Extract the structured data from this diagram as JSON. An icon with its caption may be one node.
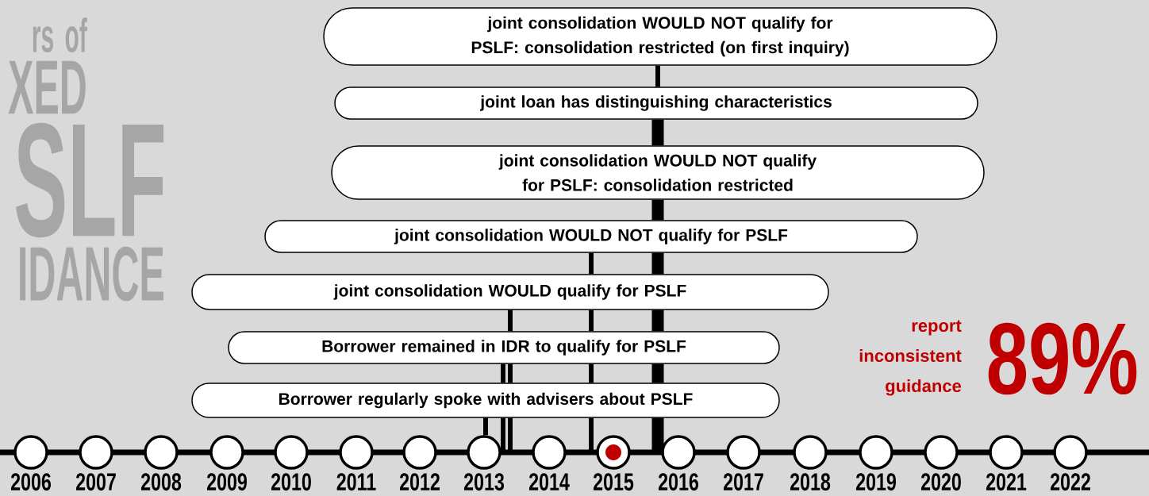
{
  "diagram": {
    "nodes": [
      {
        "text": [
          "joint consolidation WOULD NOT qualify for PSLF: consolidation restricted (on first inquiry)"
        ]
      },
      {
        "text": [
          "joint loan has distinguishing characteristics"
        ]
      },
      {
        "text": [
          "joint consolidation WOULD NOT qualify for PSLF: consolidation restricted"
        ]
      },
      {
        "text": [
          "joint consolidation WOULD NOT qualify for PSLF"
        ]
      },
      {
        "text": [
          "joint consolidation WOULD qualify for PSLF"
        ]
      },
      {
        "text": [
          "Borrower remained in IDR to qualify for PSLF"
        ]
      },
      {
        "text": [
          "Borrower regularly spoke with advisers about PSLF"
        ]
      },
      {
        "text": [],
        "shape": "bar"
      },
      {
        "text": [],
        "shape": "circle",
        "beside": [
          "2006"
        ]
      },
      {
        "text": [],
        "shape": "circle",
        "beside": [
          "2007"
        ]
      },
      {
        "text": [],
        "shape": "circle",
        "beside": [
          "2008"
        ]
      },
      {
        "text": [],
        "shape": "circle",
        "beside": [
          "2009"
        ]
      },
      {
        "text": [],
        "shape": "circle",
        "beside": [
          "2010"
        ]
      },
      {
        "text": [],
        "shape": "circle",
        "beside": [
          "2011"
        ]
      },
      {
        "text": [],
        "shape": "circle",
        "beside": [
          "2012"
        ]
      },
      {
        "text": [],
        "shape": "circle",
        "beside": [
          "2013"
        ]
      },
      {
        "text": [],
        "shape": "circle",
        "beside": [
          "2014"
        ]
      },
      {
        "text": [],
        "shape": "circle",
        "beside": [
          "2015"
        ]
      },
      {
        "text": [],
        "shape": "circle",
        "beside": [
          "2016"
        ]
      },
      {
        "text": [],
        "shape": "circle",
        "beside": [
          "2017"
        ]
      },
      {
        "text": [],
        "shape": "circle",
        "beside": [
          "2018"
        ]
      },
      {
        "text": [],
        "shape": "circle",
        "beside": [
          "2019"
        ]
      },
      {
        "text": [],
        "shape": "circle",
        "beside": [
          "2020"
        ]
      },
      {
        "text": [],
        "shape": "circle",
        "beside": [
          "2021"
        ]
      },
      {
        "text": [],
        "shape": "circle",
        "beside": [
          "2022"
        ]
      }
    ],
    "edges": [
      {
        "from": 0,
        "to": 1,
        "arrow": "none"
      },
      {
        "from": 1,
        "to": 2,
        "arrow": "none",
        "style": "thick"
      },
      {
        "from": 2,
        "to": 3,
        "arrow": "none",
        "style": "thick"
      },
      {
        "from": 3,
        "to": 4,
        "arrow": "none"
      },
      {
        "from": 3,
        "to": 4,
        "arrow": "none",
        "style": "thick"
      },
      {
        "from": 4,
        "to": 5,
        "arrow": "none"
      },
      {
        "from": 4,
        "to": 5,
        "arrow": "none"
      },
      {
        "from": 4,
        "to": 5,
        "arrow": "none",
        "style": "thick"
      },
      {
        "from": 5,
        "to": 6,
        "arrow": "none"
      },
      {
        "from": 5,
        "to": 6,
        "arrow": "none"
      },
      {
        "from": 5,
        "to": 6,
        "arrow": "none"
      },
      {
        "from": 5,
        "to": 6,
        "arrow": "none",
        "style": "thick"
      },
      {
        "from": 6,
        "to": 15,
        "arrow": "none"
      },
      {
        "from": 6,
        "to": 7,
        "arrow": "none"
      },
      {
        "from": 6,
        "to": 7,
        "arrow": "none"
      },
      {
        "from": 6,
        "to": 7,
        "arrow": "none"
      },
      {
        "from": 6,
        "to": 7,
        "arrow": "none",
        "style": "thick"
      }
    ],
    "labels": [
      "rs of",
      "XED",
      "SLF",
      "IDANCE",
      "report inconsistent guidance",
      "89%"
    ]
  }
}
